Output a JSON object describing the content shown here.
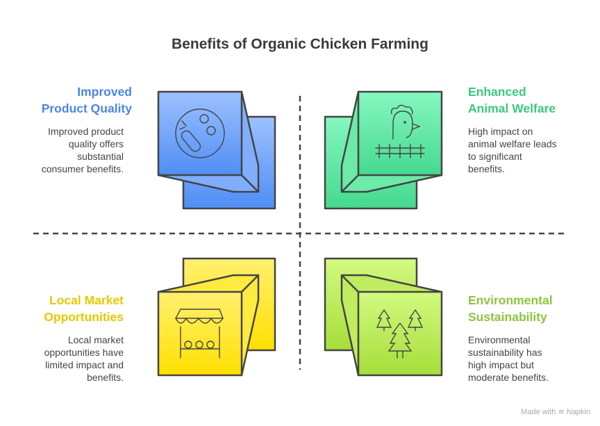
{
  "title": "Benefits of Organic Chicken Farming",
  "quadrants": [
    {
      "heading_line1": "Improved",
      "heading_line2": "Product Quality",
      "description": [
        "Improved product",
        "quality offers",
        "substantial",
        "consumer benefits."
      ],
      "color": "#4a86e8",
      "icon": "carrot-vegetables-icon"
    },
    {
      "heading_line1": "Enhanced",
      "heading_line2": "Animal Welfare",
      "description": [
        "High impact on",
        "animal welfare leads",
        "to significant",
        "benefits."
      ],
      "color": "#3cc97a",
      "icon": "chicken-fence-icon"
    },
    {
      "heading_line1": "Local Market",
      "heading_line2": "Opportunities",
      "description": [
        "Local market",
        "opportunities have",
        "limited impact and",
        "benefits."
      ],
      "color": "#e8c800",
      "icon": "market-stall-icon"
    },
    {
      "heading_line1": "Environmental",
      "heading_line2": "Sustainability",
      "description": [
        "Environmental",
        "sustainability has",
        "high impact but",
        "moderate benefits."
      ],
      "color": "#8cc63f",
      "icon": "trees-icon"
    }
  ],
  "footer": "Made with ≋ Napkin"
}
